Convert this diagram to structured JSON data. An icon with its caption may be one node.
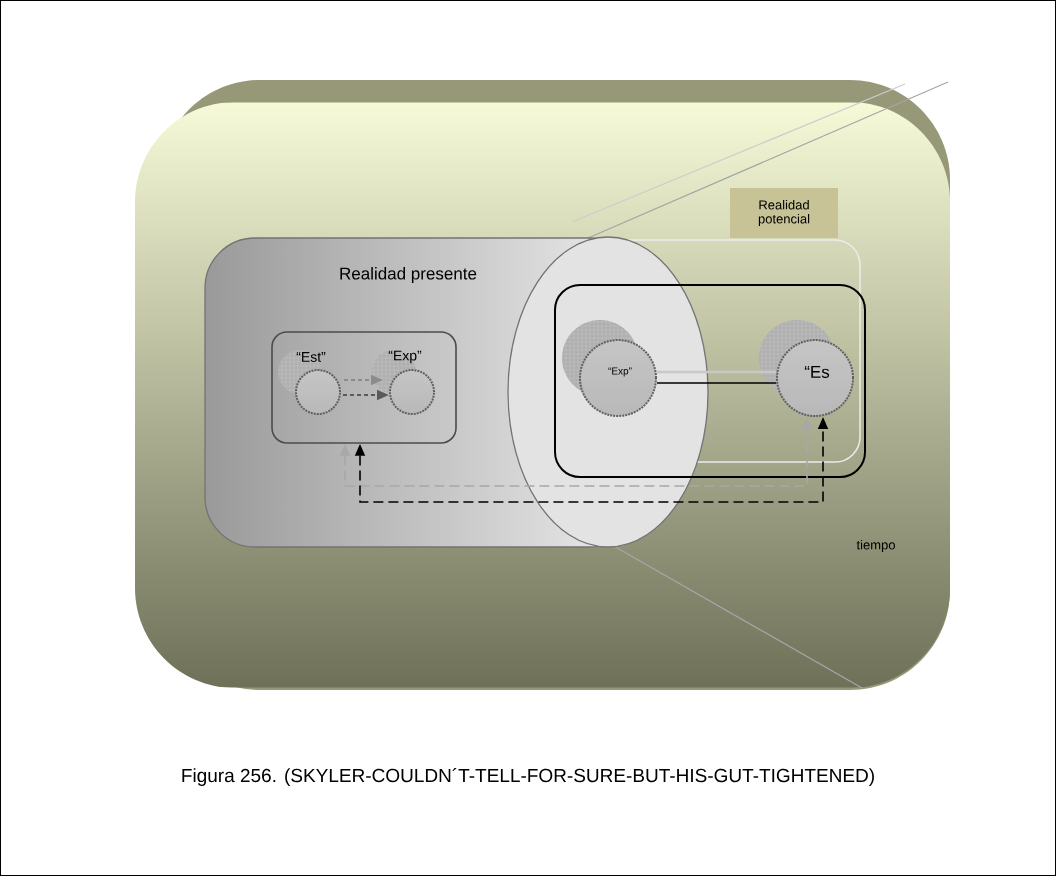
{
  "diagram": {
    "caption": "Figura 256. (SKYLER-COULDN´T-TELL-FOR-SURE-BUT-HIS-GUT-TIGHTENED)",
    "nodes": [
      {
        "text": [
          "Realidad presente"
        ]
      },
      {
        "text": [
          "Realidad potencial"
        ]
      },
      {
        "text": [],
        "shape": "box",
        "in": 0
      },
      {
        "text": [
          "“Est”"
        ],
        "in": 2
      },
      {
        "text": [
          "“Exp”"
        ],
        "in": 2
      },
      {
        "text": [],
        "shape": "box"
      },
      {
        "text": [
          "“Exp”"
        ]
      },
      {
        "text": [
          "“Es"
        ],
        "in": 5
      }
    ],
    "edges": [
      {
        "from": 3,
        "to": 4,
        "arrow": "to",
        "style": "dashed",
        "color": "#8c8c8c"
      },
      {
        "from": 3,
        "to": 4,
        "arrow": "to",
        "style": "dashed",
        "color": "#5a5a5a"
      },
      {
        "from": 6,
        "to": 7,
        "arrow": "none",
        "color": "#c8c8c8"
      },
      {
        "from": 6,
        "to": 7,
        "arrow": "none"
      },
      {
        "from": 2,
        "to": 7,
        "arrow": "both",
        "style": "dashed",
        "color": "#a8a8a8"
      },
      {
        "from": 2,
        "to": 7,
        "arrow": "both",
        "style": "dashed"
      }
    ],
    "labels": [
      "tiempo"
    ]
  }
}
